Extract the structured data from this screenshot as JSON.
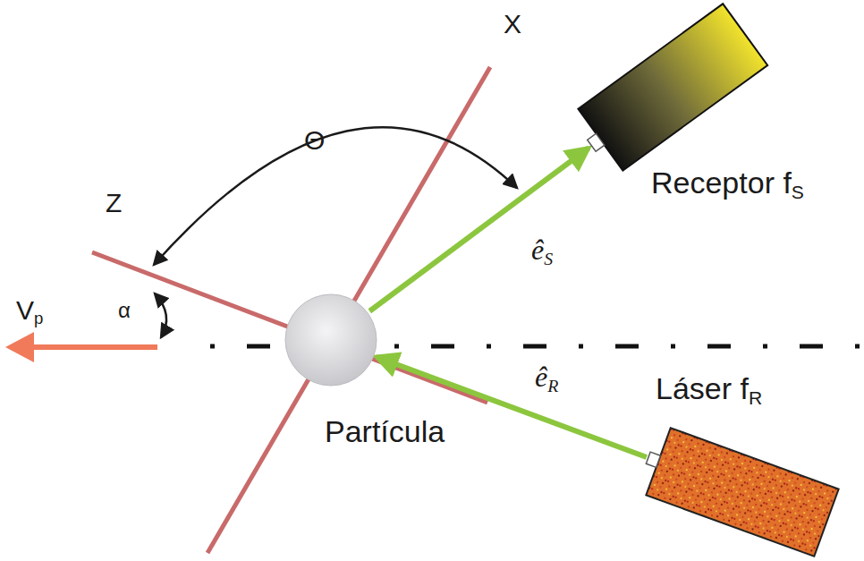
{
  "diagram": {
    "nodes": [
      {
        "text": [
          "Receptor fS"
        ]
      },
      {
        "text": [
          "Partícula"
        ]
      },
      {
        "text": [
          "Láser fR"
        ]
      }
    ],
    "edges": [
      {
        "from": 2,
        "to": 1,
        "arrow": "to",
        "label": "êR"
      },
      {
        "from": 1,
        "to": 0,
        "arrow": "to",
        "label": "êS"
      }
    ],
    "labels": [
      "X",
      "Z",
      "Θ",
      "Vp",
      "α"
    ]
  }
}
